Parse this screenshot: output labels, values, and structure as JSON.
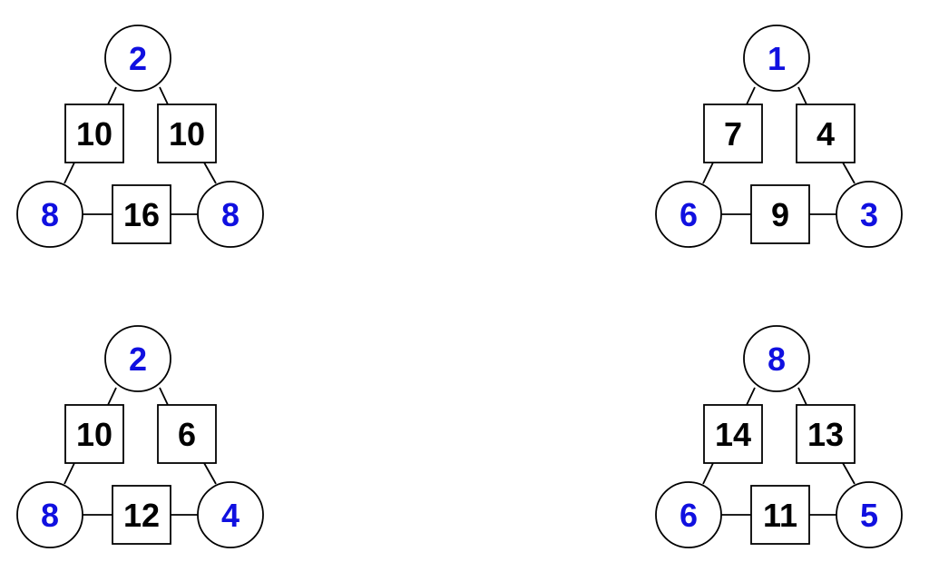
{
  "colors": {
    "circle_text": "#1010e0",
    "square_text": "#000000",
    "stroke": "#000000",
    "background": "#ffffff"
  },
  "puzzles": [
    {
      "circles": {
        "top": "2",
        "left": "8",
        "right": "8"
      },
      "squares": {
        "left": "10",
        "right": "10",
        "bottom": "16"
      }
    },
    {
      "circles": {
        "top": "1",
        "left": "6",
        "right": "3"
      },
      "squares": {
        "left": "7",
        "right": "4",
        "bottom": "9"
      }
    },
    {
      "circles": {
        "top": "2",
        "left": "8",
        "right": "4"
      },
      "squares": {
        "left": "10",
        "right": "6",
        "bottom": "12"
      }
    },
    {
      "circles": {
        "top": "8",
        "left": "6",
        "right": "5"
      },
      "squares": {
        "left": "14",
        "right": "13",
        "bottom": "11"
      }
    }
  ]
}
